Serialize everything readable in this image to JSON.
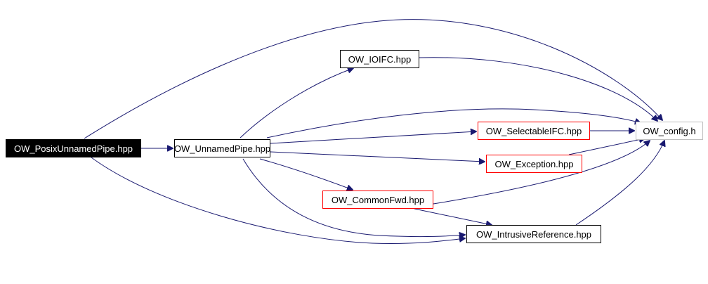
{
  "colors": {
    "edge": "#191970",
    "root_fill": "#000000",
    "root_text": "#ffffff",
    "default_border": "#000000",
    "incomplete_border": "#ff0000",
    "leaf_border": "#bfbfbf"
  },
  "nodes": {
    "posix_unnamed_pipe": {
      "label": "OW_PosixUnnamedPipe.hpp",
      "style": "root"
    },
    "unnamed_pipe": {
      "label": "OW_UnnamedPipe.hpp",
      "style": "default"
    },
    "ioifc": {
      "label": "OW_IOIFC.hpp",
      "style": "default"
    },
    "selectable_ifc": {
      "label": "OW_SelectableIFC.hpp",
      "style": "red"
    },
    "exception": {
      "label": "OW_Exception.hpp",
      "style": "red"
    },
    "common_fwd": {
      "label": "OW_CommonFwd.hpp",
      "style": "red"
    },
    "intrusive_reference": {
      "label": "OW_IntrusiveReference.hpp",
      "style": "default"
    },
    "config": {
      "label": "OW_config.h",
      "style": "grey"
    }
  },
  "edges": [
    {
      "from": "OW_PosixUnnamedPipe.hpp",
      "to": "OW_UnnamedPipe.hpp"
    },
    {
      "from": "OW_PosixUnnamedPipe.hpp",
      "to": "OW_config.h"
    },
    {
      "from": "OW_PosixUnnamedPipe.hpp",
      "to": "OW_IntrusiveReference.hpp"
    },
    {
      "from": "OW_UnnamedPipe.hpp",
      "to": "OW_IOIFC.hpp"
    },
    {
      "from": "OW_UnnamedPipe.hpp",
      "to": "OW_config.h"
    },
    {
      "from": "OW_UnnamedPipe.hpp",
      "to": "OW_SelectableIFC.hpp"
    },
    {
      "from": "OW_UnnamedPipe.hpp",
      "to": "OW_Exception.hpp"
    },
    {
      "from": "OW_UnnamedPipe.hpp",
      "to": "OW_CommonFwd.hpp"
    },
    {
      "from": "OW_UnnamedPipe.hpp",
      "to": "OW_IntrusiveReference.hpp"
    },
    {
      "from": "OW_IOIFC.hpp",
      "to": "OW_config.h"
    },
    {
      "from": "OW_SelectableIFC.hpp",
      "to": "OW_config.h"
    },
    {
      "from": "OW_Exception.hpp",
      "to": "OW_config.h"
    },
    {
      "from": "OW_CommonFwd.hpp",
      "to": "OW_config.h"
    },
    {
      "from": "OW_CommonFwd.hpp",
      "to": "OW_IntrusiveReference.hpp"
    },
    {
      "from": "OW_IntrusiveReference.hpp",
      "to": "OW_config.h"
    }
  ]
}
